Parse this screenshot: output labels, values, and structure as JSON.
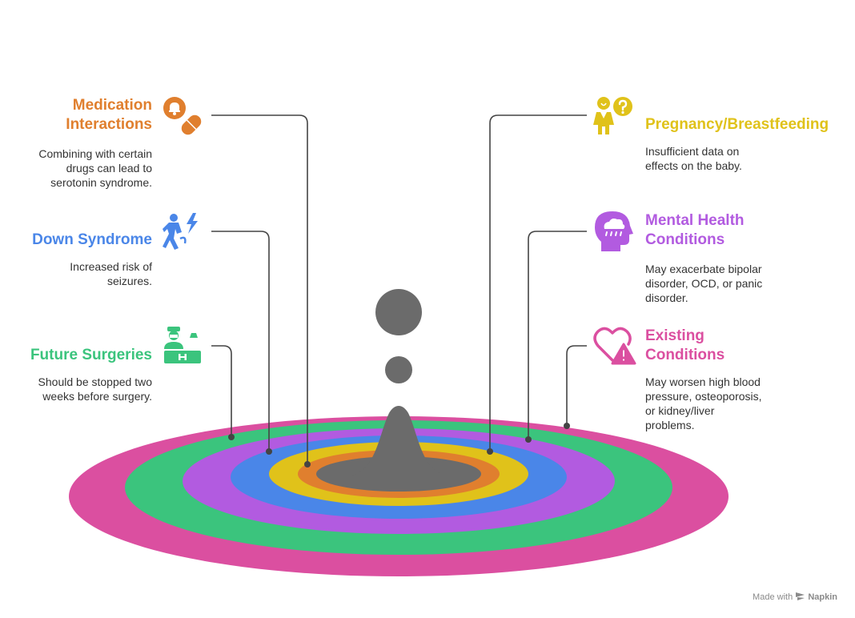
{
  "colors": {
    "medication": "#E07F2E",
    "down_syndrome": "#4A86E8",
    "future_surgeries": "#3BC47D",
    "pregnancy": "#E0C21A",
    "mental_health": "#B25BE0",
    "existing_conditions": "#DB4FA0",
    "center": "#6b6b6b",
    "ring_gray": "#6b6b6b",
    "line": "#444444"
  },
  "items": {
    "medication": {
      "title": "Medication Interactions",
      "title_line1": "Medication",
      "title_line2": "Interactions",
      "desc_line1": "Combining with certain",
      "desc_line2": "drugs can lead to",
      "desc_line3": "serotonin syndrome.",
      "icon": "pill-bell-icon"
    },
    "down_syndrome": {
      "title": "Down Syndrome",
      "desc_line1": "Increased risk of",
      "desc_line2": "seizures.",
      "icon": "seizure-figure-icon"
    },
    "future_surgeries": {
      "title": "Future Surgeries",
      "desc_line1": "Should be stopped two",
      "desc_line2": "weeks before surgery.",
      "icon": "surgeon-hospital-bed-icon"
    },
    "pregnancy": {
      "title": "Pregnancy/Breastfeeding",
      "desc_line1": "Insufficient data on",
      "desc_line2": "effects on the baby.",
      "icon": "woman-question-icon"
    },
    "mental_health": {
      "title": "Mental Health Conditions",
      "title_line1": "Mental Health",
      "title_line2": "Conditions",
      "desc_line1": "May exacerbate bipolar",
      "desc_line2": "disorder, OCD, or panic",
      "desc_line3": "disorder.",
      "icon": "head-raincloud-icon"
    },
    "existing_conditions": {
      "title": "Existing Conditions",
      "title_line1": "Existing",
      "title_line2": "Conditions",
      "desc_line1": "May worsen high blood",
      "desc_line2": "pressure, osteoporosis,",
      "desc_line3": "or kidney/liver",
      "desc_line4": "problems.",
      "icon": "heart-warning-icon"
    }
  },
  "watermark": {
    "prefix": "Made with",
    "brand": "Napkin",
    "icon": "napkin-logo-icon"
  }
}
